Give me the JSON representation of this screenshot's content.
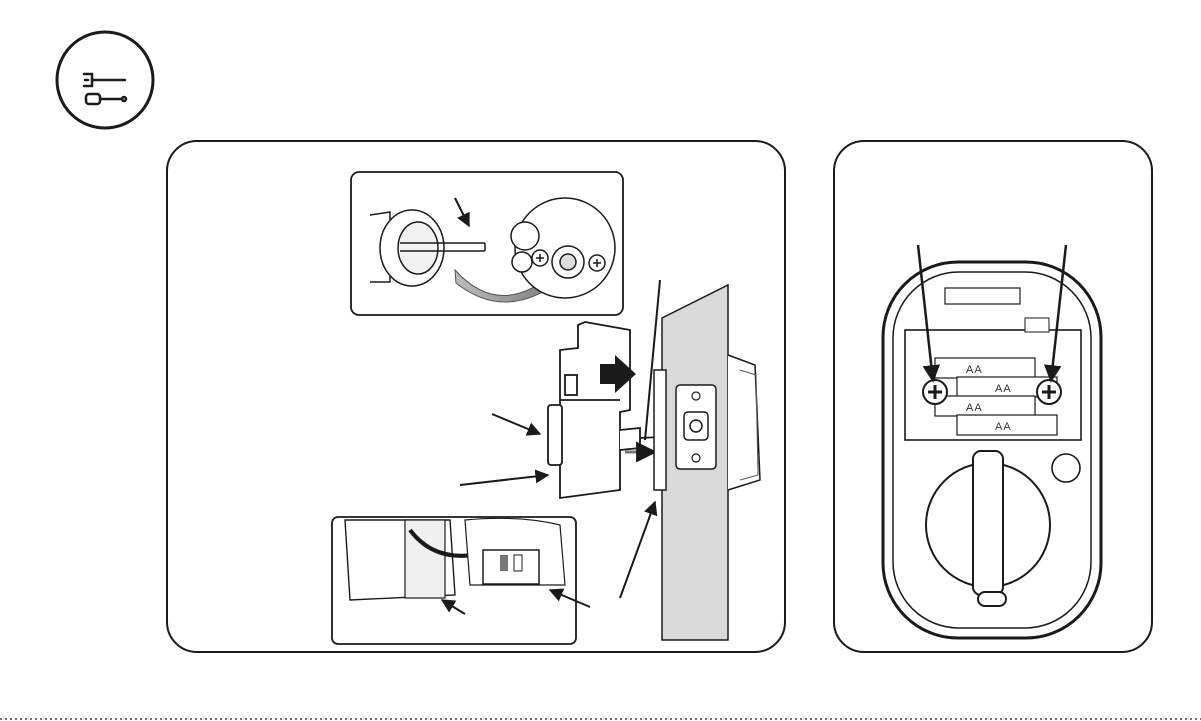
{
  "tool_badge": {
    "icon": "wrench-screwdriver-icon"
  },
  "panels": [
    {
      "id": "mount-panel",
      "description_icons": [
        "arrow-icon",
        "door-icon",
        "lock-adapter-icon"
      ]
    },
    {
      "id": "battery-panel"
    }
  ],
  "battery_labels": [
    "AA",
    "AA",
    "AA",
    "AA"
  ],
  "colors": {
    "ink": "#1a1a1a",
    "door": "#d9d9d9",
    "arrow_gray": "#8c8c8c"
  }
}
